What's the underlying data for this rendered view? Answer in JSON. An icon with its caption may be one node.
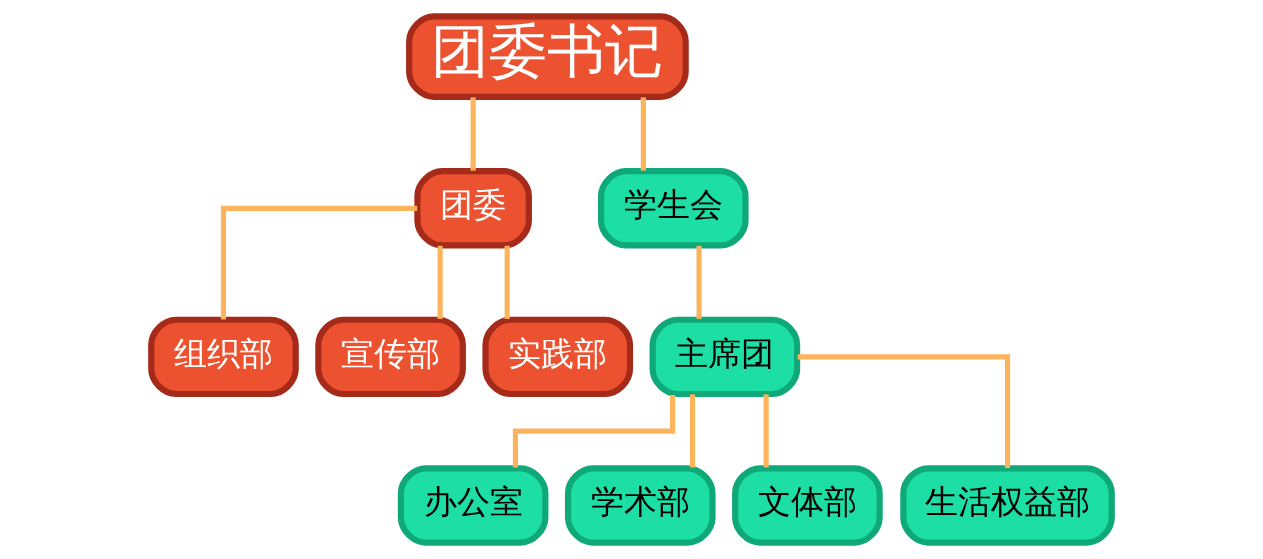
{
  "diagram": {
    "nodes": [
      {
        "text": [
          "团委书记"
        ]
      },
      {
        "text": [
          "团委"
        ]
      },
      {
        "text": [
          "学生会"
        ]
      },
      {
        "text": [
          "组织部"
        ]
      },
      {
        "text": [
          "宣传部"
        ]
      },
      {
        "text": [
          "实践部"
        ]
      },
      {
        "text": [
          "主席团"
        ]
      },
      {
        "text": [
          "办公室"
        ]
      },
      {
        "text": [
          "学术部"
        ]
      },
      {
        "text": [
          "文体部"
        ]
      },
      {
        "text": [
          "生活权益部"
        ]
      }
    ],
    "edges": [
      {
        "from": 0,
        "to": 1,
        "arrow": "none"
      },
      {
        "from": 0,
        "to": 2,
        "arrow": "none"
      },
      {
        "from": 1,
        "to": 3,
        "arrow": "none"
      },
      {
        "from": 1,
        "to": 4,
        "arrow": "none"
      },
      {
        "from": 1,
        "to": 5,
        "arrow": "none"
      },
      {
        "from": 2,
        "to": 6,
        "arrow": "none"
      },
      {
        "from": 6,
        "to": 7,
        "arrow": "none"
      },
      {
        "from": 6,
        "to": 8,
        "arrow": "none"
      },
      {
        "from": 6,
        "to": 9,
        "arrow": "none"
      },
      {
        "from": 6,
        "to": 10,
        "arrow": "none"
      }
    ]
  }
}
